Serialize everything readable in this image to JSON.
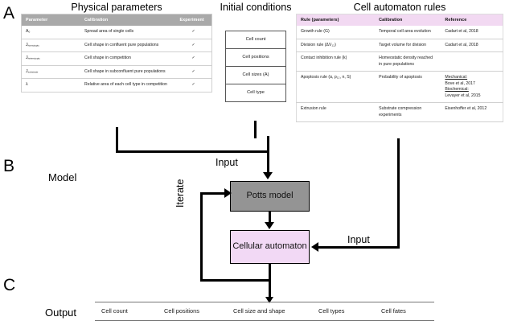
{
  "panels": {
    "a": "A",
    "b": "B",
    "c": "C"
  },
  "captions": {
    "model": "Model",
    "output": "Output"
  },
  "physical_parameters": {
    "title": "Physical parameters",
    "header_bg": "#a9a9a9",
    "columns": [
      "Parameter",
      "Calibration",
      "Experiment"
    ],
    "rows": [
      {
        "parameter": "A",
        "sub": "0",
        "calibration": "Spread area of single cells",
        "experiment": "✓"
      },
      {
        "parameter": "J",
        "sub": "homotypic",
        "calibration": "Cell shape in confluent pure populations",
        "experiment": "✓"
      },
      {
        "parameter": "J",
        "sub": "heterotypic",
        "calibration": "Cell shape in competition",
        "experiment": "✓"
      },
      {
        "parameter": "J",
        "sub": "substrate",
        "calibration": "Cell shape in subconfluent pure populations",
        "experiment": "✓"
      },
      {
        "parameter": "λ",
        "sub": "",
        "calibration": "Relative area of each cell type in competition",
        "experiment": "✓"
      }
    ]
  },
  "initial_conditions": {
    "title": "Initial conditions",
    "items": [
      "Cell count",
      "Cell positions",
      "Cell sizes (A)",
      "Cell type"
    ]
  },
  "cell_automaton_rules": {
    "title": "Cell automaton rules",
    "header_bg": "#f2d9f2",
    "columns": [
      "Rule (parameters)",
      "Calibration",
      "Reference"
    ],
    "rows": [
      {
        "rule": "Growth rule (G)",
        "calibration": "Temporal cell area evolution",
        "reference": "Cadart et al, 2018"
      },
      {
        "rule": "Division rule (ΔV₁₂)",
        "calibration": "Target volume for division",
        "reference": "Cadart et al, 2018"
      },
      {
        "rule": "Contact inhibition rule (k)",
        "calibration": "Homeostatic density reached in pure populations",
        "reference": ""
      },
      {
        "rule": "Apoptosis rule (α, p₁₂, n, S)",
        "calibration": "Probability of apoptosis",
        "reference_lines": [
          {
            "text": "Mechanical:",
            "underline": true
          },
          {
            "text": "Bove et al, 2017",
            "underline": false
          },
          {
            "text": "Biochemical:",
            "underline": true
          },
          {
            "text": "Levayer et al, 2015",
            "underline": false
          }
        ]
      },
      {
        "rule": "Extrusion rule",
        "calibration": "Substrate compression experiments",
        "reference": "Eisenhoffer et al, 2012"
      }
    ]
  },
  "model": {
    "potts_box": "Potts model",
    "potts_color": "#949494",
    "automaton_box": "Cellular automaton",
    "automaton_color": "#f2d9f5",
    "input_top_label": "Input",
    "input_right_label": "Input",
    "iterate_label": "Iterate"
  },
  "output": {
    "columns": [
      "Cell count",
      "Cell positions",
      "Cell size and shape",
      "Cell types",
      "Cell fates"
    ]
  }
}
